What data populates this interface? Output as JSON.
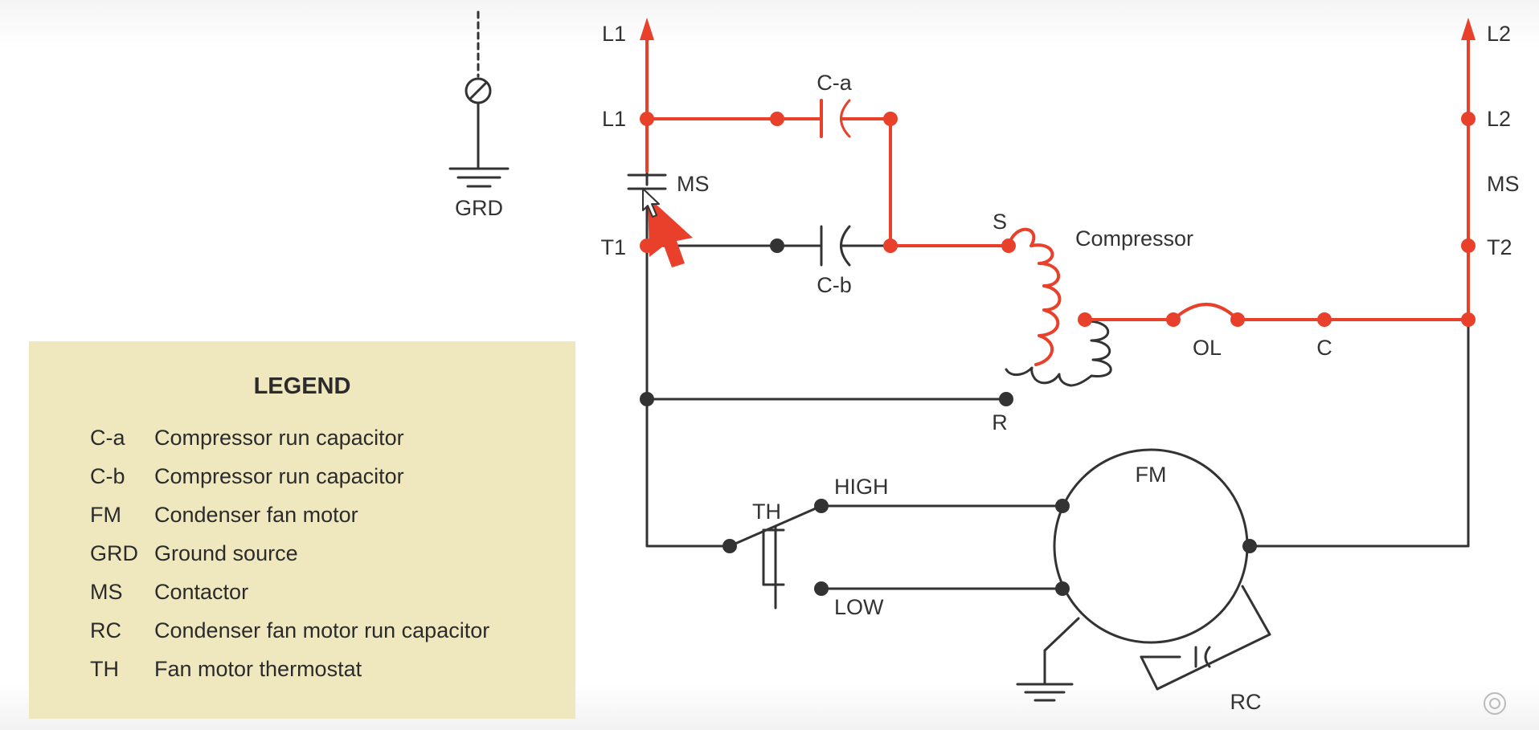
{
  "diagram": {
    "labels": {
      "l1_top": "L1",
      "l1": "L1",
      "t1": "T1",
      "l2_top": "L2",
      "l2": "L2",
      "ms_right": "MS",
      "t2": "T2",
      "ms_left": "MS",
      "ca": "C-a",
      "cb": "C-b",
      "s": "S",
      "compressor": "Compressor",
      "r": "R",
      "ol": "OL",
      "c": "C",
      "grd": "GRD",
      "th": "TH",
      "high": "HIGH",
      "low": "LOW",
      "fm": "FM",
      "rc": "RC"
    },
    "colors": {
      "energized": "#e8402a",
      "wire": "#333333"
    }
  },
  "legend": {
    "title": "LEGEND",
    "items": [
      {
        "code": "C-a",
        "desc": "Compressor run capacitor"
      },
      {
        "code": "C-b",
        "desc": "Compressor run capacitor"
      },
      {
        "code": "FM",
        "desc": "Condenser fan motor"
      },
      {
        "code": "GRD",
        "desc": "Ground source"
      },
      {
        "code": "MS",
        "desc": "Contactor"
      },
      {
        "code": "RC",
        "desc": "Condenser fan motor run capacitor"
      },
      {
        "code": "TH",
        "desc": "Fan motor thermostat"
      }
    ]
  }
}
